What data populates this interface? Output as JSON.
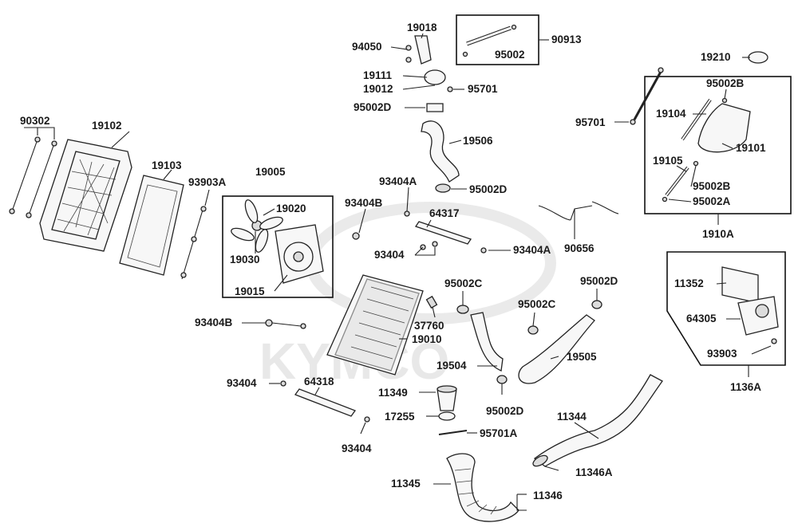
{
  "watermark": "KYMCO",
  "labels": {
    "p90302": "90302",
    "p19102": "19102",
    "p19103": "19103",
    "p93903A": "93903A",
    "p19005": "19005",
    "p19020": "19020",
    "p19030": "19030",
    "p19015": "19015",
    "p94050": "94050",
    "p19018": "19018",
    "p19111": "19111",
    "p19012": "19012",
    "p95701_top": "95701",
    "p95002D_top": "95002D",
    "p19506": "19506",
    "p95002D_mid": "95002D",
    "p90913": "90913",
    "p95002_box": "95002",
    "p93404A_top": "93404A",
    "p93404B_top": "93404B",
    "p64317": "64317",
    "p93404_mid": "93404",
    "p93404A_right": "93404A",
    "p90656": "90656",
    "p19210": "19210",
    "p95002B_top": "95002B",
    "p95701_right": "95701",
    "p19104": "19104",
    "p19101": "19101",
    "p19105": "19105",
    "p95002B_low": "95002B",
    "p95002A": "95002A",
    "p1910A": "1910A",
    "p93404B_left": "93404B",
    "p95002C_left": "95002C",
    "p37760": "37760",
    "p19010": "19010",
    "p95002D_right": "95002D",
    "p95002C_mid": "95002C",
    "p19505": "19505",
    "p19504": "19504",
    "p11352": "11352",
    "p64305": "64305",
    "p93903": "93903",
    "p1136A": "1136A",
    "p93404_low1": "93404",
    "p64318": "64318",
    "p11349": "11349",
    "p95002D_low": "95002D",
    "p17255": "17255",
    "p95701A": "95701A",
    "p93404_low2": "93404",
    "p11344": "11344",
    "p11346A": "11346A",
    "p11345": "11345",
    "p11346": "11346"
  }
}
